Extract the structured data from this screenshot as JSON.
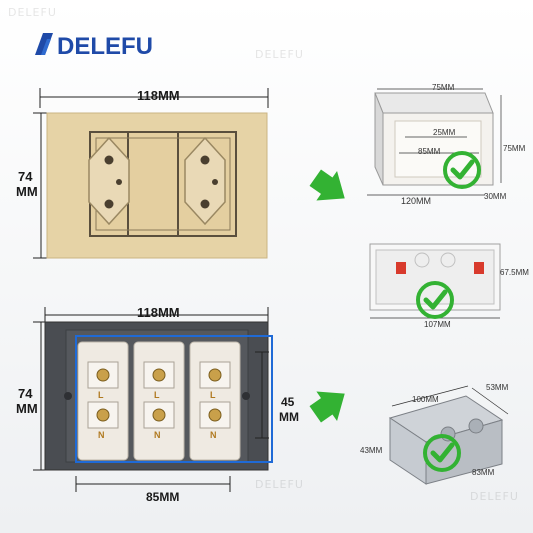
{
  "brand": {
    "logo_text": "DELEFU",
    "watermark": "DELEFU"
  },
  "top_plate": {
    "width_label": "118MM",
    "height_label_line1": "74",
    "height_label_line2": "MM"
  },
  "bottom_plate": {
    "width_label": "118MM",
    "height_label_line1": "74",
    "height_label_line2": "MM",
    "module_height_line1": "45",
    "module_height_line2": "MM",
    "module_width_label": "85MM",
    "terminal_marks": [
      "L",
      "N"
    ]
  },
  "box_top": {
    "label_top": "75MM",
    "label_inner_top": "25MM",
    "label_inner_mid": "85MM",
    "label_right": "75MM",
    "label_bottom": "120MM",
    "label_depth": "30MM"
  },
  "box_middle": {
    "label_right": "67.5MM",
    "label_bottom": "107MM"
  },
  "box_bottom": {
    "label_top_left": "100MM",
    "label_top_right": "53MM",
    "label_left": "43MM",
    "label_bottom": "83MM"
  },
  "colors": {
    "brand_blue": "#1f4aa8",
    "accent_green": "#33b233",
    "gold_plate": "#e6d3a6",
    "dark_plate": "#4a4d52"
  }
}
